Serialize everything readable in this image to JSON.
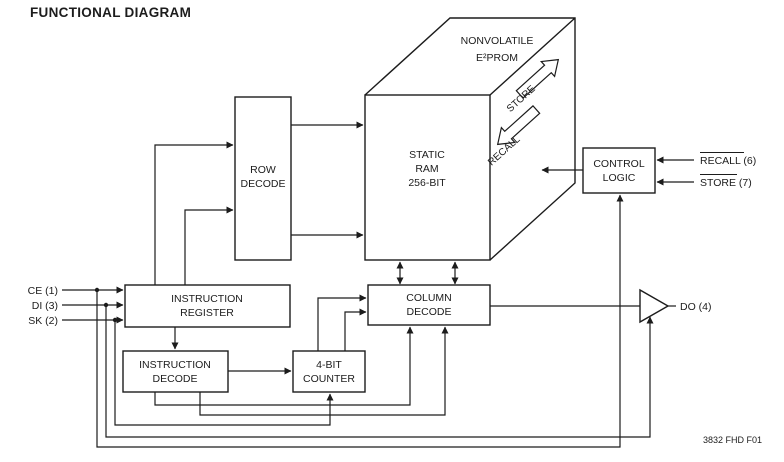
{
  "page": {
    "title": "FUNCTIONAL DIAGRAM",
    "figure_code": "3832 FHD F01"
  },
  "blocks": {
    "row_decode": {
      "line1": "ROW",
      "line2": "DECODE"
    },
    "static_ram": {
      "line1": "STATIC",
      "line2": "RAM",
      "line3": "256-BIT"
    },
    "nonvolatile_eeprom": {
      "line1": "NONVOLATILE",
      "line2": "E²PROM"
    },
    "control_logic": {
      "line1": "CONTROL",
      "line2": "LOGIC"
    },
    "instruction_register": {
      "line1": "INSTRUCTION",
      "line2": "REGISTER"
    },
    "column_decode": {
      "line1": "COLUMN",
      "line2": "DECODE"
    },
    "instruction_decode": {
      "line1": "INSTRUCTION",
      "line2": "DECODE"
    },
    "four_bit_counter": {
      "line1": "4-BIT",
      "line2": "COUNTER"
    }
  },
  "pins": {
    "ce": "CE (1)",
    "di": "DI (3)",
    "sk": "SK (2)",
    "do": "DO (4)",
    "recall": "RECALL (6)",
    "store": "STORE (7)"
  },
  "transfers": {
    "store": "STORE",
    "recall": "RECALL"
  },
  "colors": {
    "line": "#1c1c1c",
    "text": "#1c1c1c",
    "background": "#ffffff"
  }
}
